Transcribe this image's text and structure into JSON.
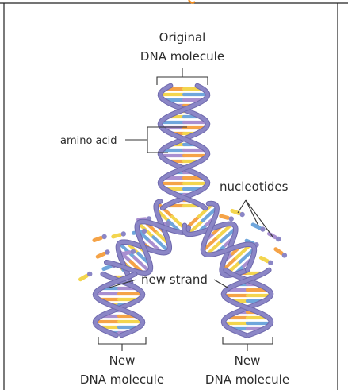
{
  "labels": {
    "original_line1": "Original",
    "original_line2": "DNA molecule",
    "amino_acid": "amino acid",
    "nucleotides": "nucleotides",
    "new_strand": "new strand",
    "new_left_line1": "New",
    "new_left_line2": "DNA molecule",
    "new_right_line1": "New",
    "new_right_line2": "DNA molecule"
  },
  "colors": {
    "strand": "#8b86c6",
    "strand_shadow": "#6f69ad",
    "rung_orange": "#f5a347",
    "rung_yellow": "#f3d54e",
    "rung_blue": "#6fa6dc",
    "rung_purple": "#a98fd0",
    "annotation_line": "#333333",
    "frame_line": "#222222",
    "marker_orange": "#f08a1c"
  }
}
